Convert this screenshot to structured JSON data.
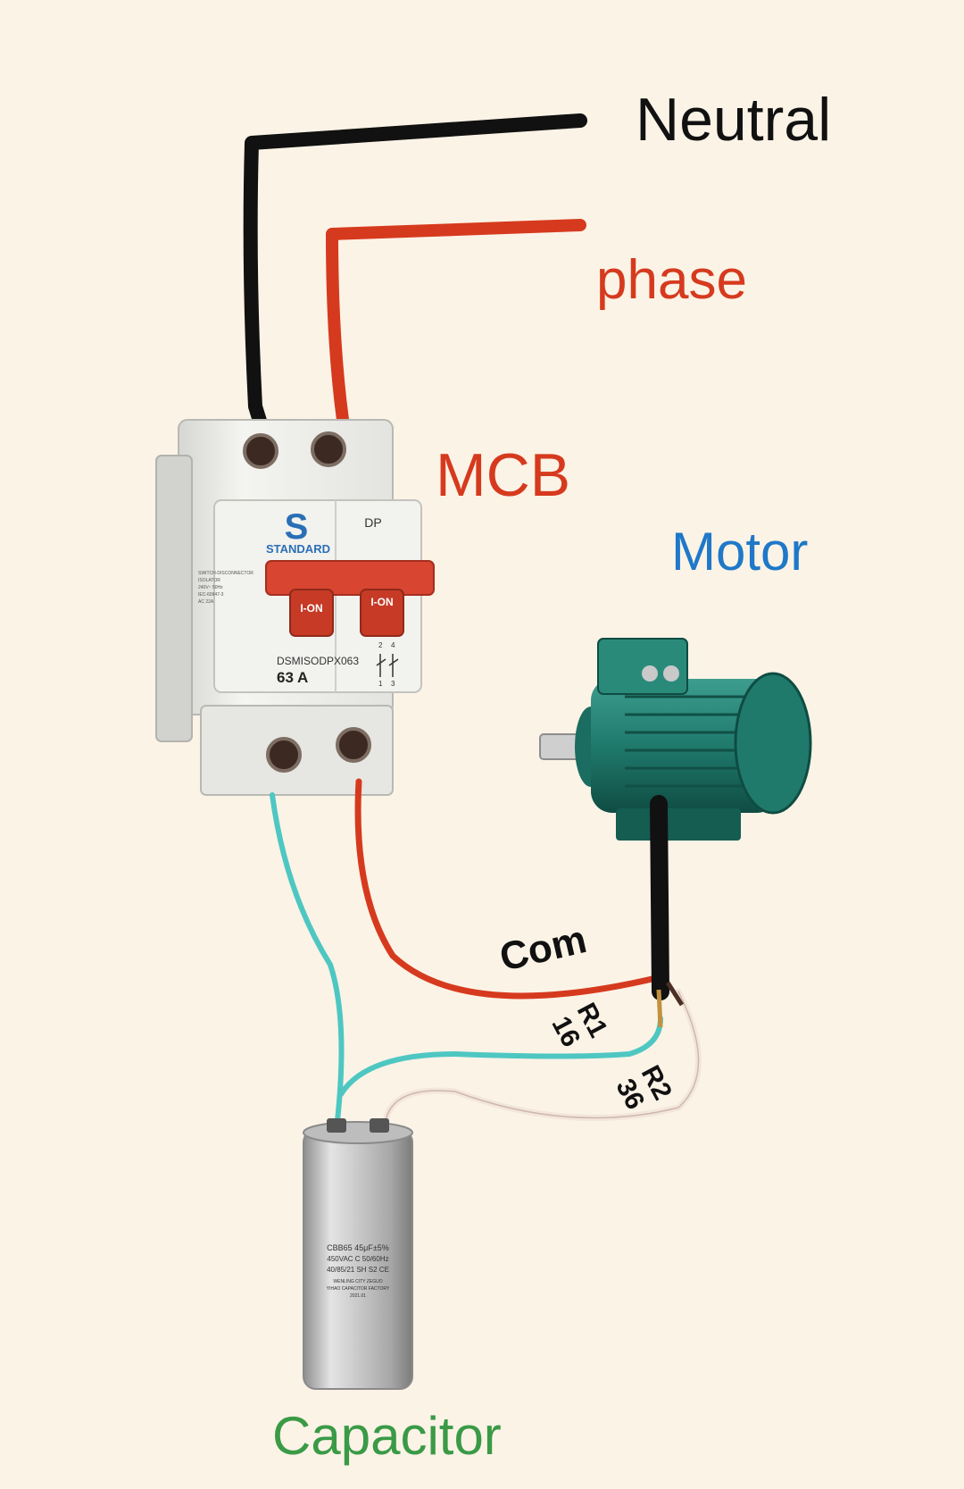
{
  "labels": {
    "neutral": "Neutral",
    "phase": "phase",
    "mcb": "MCB",
    "motor": "Motor",
    "capacitor": "Capacitor",
    "com": "Com",
    "r1_name": "R1",
    "r1_value": "16",
    "r2_name": "R2",
    "r2_value": "36"
  },
  "mcb_device": {
    "brand": "STANDARD",
    "type": "DP",
    "switch_left": "I-ON",
    "switch_right": "I-ON",
    "model": "DSMISODPX063",
    "rating": "63 A",
    "spec_lines": [
      "SWITCH-DISCONNECTOR",
      "ISOLATOR",
      "240V~ 50Hz",
      "IEC-60947-3",
      "AC 22A"
    ],
    "terminal_marks": [
      "2",
      "4",
      "1",
      "3"
    ]
  },
  "capacitor_device": {
    "lines": [
      "CBB65  45μF±5%",
      "450VAC  C  50/60Hz",
      "40/85/21  SH  S2  CE",
      "WENLING CITY ZEGUO",
      "YIHAO CAPACITOR FACTORY",
      "2021.01"
    ]
  },
  "colors": {
    "background": "#fbf3e6",
    "neutral_wire": "#111111",
    "phase_wire": "#d63a1e",
    "run_wire": "#4ec7c2",
    "start_wire": "#f3e6dc",
    "motor_body": "#1f7a6c",
    "mcb_handle": "#d84530",
    "label_phase": "#d63a1e",
    "label_motor": "#1f78c8",
    "label_capacitor": "#3a9a46"
  }
}
